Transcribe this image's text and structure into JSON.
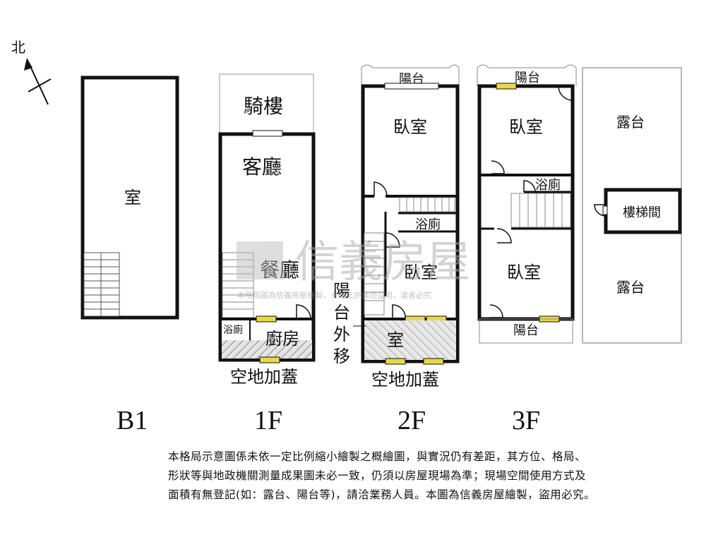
{
  "compass": {
    "north_label": "北"
  },
  "floors": {
    "b1": {
      "label": "B1",
      "rooms": {
        "room": "室"
      }
    },
    "f1": {
      "label": "1F",
      "rooms": {
        "arcade": "騎樓",
        "living": "客廳",
        "dining": "餐廳",
        "bath": "浴廁",
        "kitchen": "廚房"
      },
      "caption": "空地加蓋"
    },
    "f2": {
      "label": "2F",
      "rooms": {
        "balcony": "陽台",
        "bedroom1": "臥室",
        "bath": "浴廁",
        "bedroom2": "臥室",
        "room": "室"
      },
      "caption": "空地加蓋"
    },
    "f3": {
      "label": "3F",
      "rooms": {
        "balcony_top": "陽台",
        "bedroom1": "臥室",
        "bath": "浴廁",
        "bedroom2": "臥室",
        "balcony_bottom": "陽台"
      }
    },
    "roof": {
      "rooms": {
        "terrace_top": "露台",
        "stairwell": "樓梯間",
        "terrace_bottom": "露台"
      }
    }
  },
  "annotation_balcony_moved": [
    "陽",
    "台",
    "外",
    "移"
  ],
  "watermark": {
    "brand": "信義房屋",
    "small": "本格局圖為信義房屋繪製，未經允許請勿盜用，違者必究"
  },
  "disclaimer": [
    "本格局示意圖係未依一定比例縮小繪製之概繪圖，與實況仍有差距，其方位、格局、",
    "形狀等與地政機關測量成果圖未必一致，仍須以房屋現場為準；現場空間使用方式及",
    "面積有無登記(如：露台、陽台等)，請洽業務人員。本圖為信義房屋繪製，盜用必究。"
  ],
  "colors": {
    "wall": "#111111",
    "window": "#e8d84a",
    "hatch": "#9a9a9a",
    "watermark": "#c8c8c8"
  }
}
